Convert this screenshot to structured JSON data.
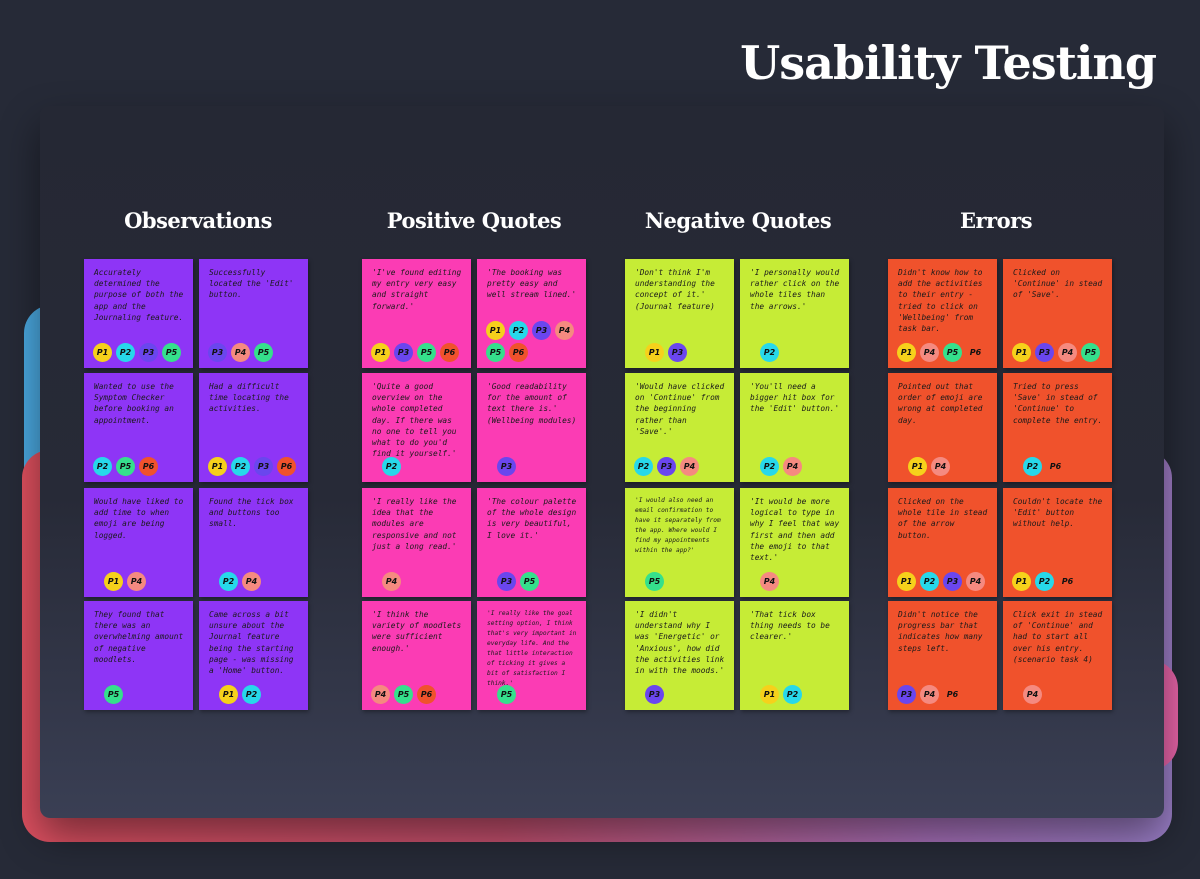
{
  "page_title": "Usability Testing",
  "colors": {
    "observations": "#8e35f6",
    "positive": "#fb3cb4",
    "negative": "#c6ec36",
    "errors": "#f0522c",
    "P1": "#f6d11b",
    "P2": "#27d8ea",
    "P3": "#6a46ee",
    "P4": "#f58a80",
    "P5": "#35e08c",
    "P6": "#f0522c"
  },
  "columns": [
    {
      "title": "Observations",
      "notes": [
        {
          "text": "Accurately determined the purpose of both the app and the Journaling feature.",
          "tags": [
            "P1",
            "P2",
            "P3",
            "P5"
          ]
        },
        {
          "text": "Successfully located the 'Edit' button.",
          "tags": [
            "P3",
            "P4",
            "P5"
          ]
        },
        {
          "text": "Wanted to use the Symptom Checker before booking an appointment.",
          "tags": [
            "P2",
            "P5",
            "P6"
          ]
        },
        {
          "text": "Had a difficult time locating the activities.",
          "tags": [
            "P1",
            "P2",
            "P3",
            "P6"
          ]
        },
        {
          "text": "Would have liked to add time to when emoji are being logged.",
          "tags": [
            "P1",
            "P4"
          ]
        },
        {
          "text": "Found the tick box and buttons too small.",
          "tags": [
            "P2",
            "P4"
          ]
        },
        {
          "text": "They found that there was an overwhelming amount of negative moodlets.",
          "tags": [
            "P5"
          ]
        },
        {
          "text": "Came across a bit unsure about the Journal feature being the starting page - was missing a 'Home' button.",
          "tags": [
            "P1",
            "P2"
          ]
        }
      ]
    },
    {
      "title": "Positive Quotes",
      "notes": [
        {
          "text": "'I've found editing my entry very easy and straight forward.'",
          "tags": [
            "P1",
            "P3",
            "P5",
            "P6"
          ]
        },
        {
          "text": "'The booking was pretty easy and well stream lined.'",
          "tags": [
            "P1",
            "P2",
            "P3",
            "P4",
            "P5",
            "P6"
          ]
        },
        {
          "text": "'Quite a good overview on the whole completed day. If there was no one to tell you what to do you'd find it yourself.'",
          "tags": [
            "P2"
          ]
        },
        {
          "text": "'Good readability for the amount of text there is.' (Wellbeing modules)",
          "tags": [
            "P3"
          ]
        },
        {
          "text": "'I really like the idea that the modules are responsive and not just a long read.'",
          "tags": [
            "P4"
          ]
        },
        {
          "text": "'The colour palette of the whole design is very beautiful, I love it.'",
          "tags": [
            "P3",
            "P5"
          ]
        },
        {
          "text": "'I think the variety of moodlets were sufficient enough.'",
          "tags": [
            "P4",
            "P5",
            "P6"
          ]
        },
        {
          "text": "'I really like the goal setting option, I think that's very important in everyday life. And the that little interaction of ticking it gives a bit of satisfaction I think.'",
          "tags": [
            "P5"
          ]
        }
      ]
    },
    {
      "title": "Negative Quotes",
      "notes": [
        {
          "text": "'Don't think I'm understanding the concept of it.' (Journal feature)",
          "tags": [
            "P1",
            "P3"
          ]
        },
        {
          "text": "'I personally would rather click on the whole tiles than the arrows.'",
          "tags": [
            "P2"
          ]
        },
        {
          "text": "'Would have clicked on 'Continue' from the beginning rather than 'Save'.'",
          "tags": [
            "P2",
            "P3",
            "P4"
          ]
        },
        {
          "text": "'You'll need a bigger hit box for the 'Edit' button.'",
          "tags": [
            "P2",
            "P4"
          ]
        },
        {
          "text": "'I would also need an email confirmation to have it separately from the app. Where would I find my appointments within the app?'",
          "tags": [
            "P5"
          ]
        },
        {
          "text": "'It would be more logical to type in why I feel that way first and then add the emoji to that text.'",
          "tags": [
            "P4"
          ]
        },
        {
          "text": "'I didn't understand why I was 'Energetic' or 'Anxious', how did the activities link in with the moods.'",
          "tags": [
            "P3"
          ]
        },
        {
          "text": "'That tick box thing needs to be clearer.'",
          "tags": [
            "P1",
            "P2"
          ]
        }
      ]
    },
    {
      "title": "Errors",
      "notes": [
        {
          "text": "Didn't know how to add the activities to their entry - tried to click on 'Wellbeing' from task bar.",
          "tags": [
            "P1",
            "P4",
            "P5",
            "P6"
          ]
        },
        {
          "text": "Clicked on 'Continue' in stead of 'Save'.",
          "tags": [
            "P1",
            "P3",
            "P4",
            "P5"
          ]
        },
        {
          "text": "Pointed out that order of emoji are wrong at completed day.",
          "tags": [
            "P1",
            "P4"
          ]
        },
        {
          "text": "Tried to press 'Save' in stead of 'Continue' to complete the entry.",
          "tags": [
            "P2",
            "P6"
          ]
        },
        {
          "text": "Clicked on the whole tile in stead of the arrow button.",
          "tags": [
            "P1",
            "P2",
            "P3",
            "P4"
          ]
        },
        {
          "text": "Couldn't locate the 'Edit' button without help.",
          "tags": [
            "P1",
            "P2",
            "P6"
          ]
        },
        {
          "text": "Didn't notice the progress bar that indicates how many steps left.",
          "tags": [
            "P3",
            "P4",
            "P6"
          ]
        },
        {
          "text": "Click exit in stead of 'Continue' and had to start all over his entry. (scenario task 4)",
          "tags": [
            "P4"
          ]
        }
      ]
    }
  ]
}
